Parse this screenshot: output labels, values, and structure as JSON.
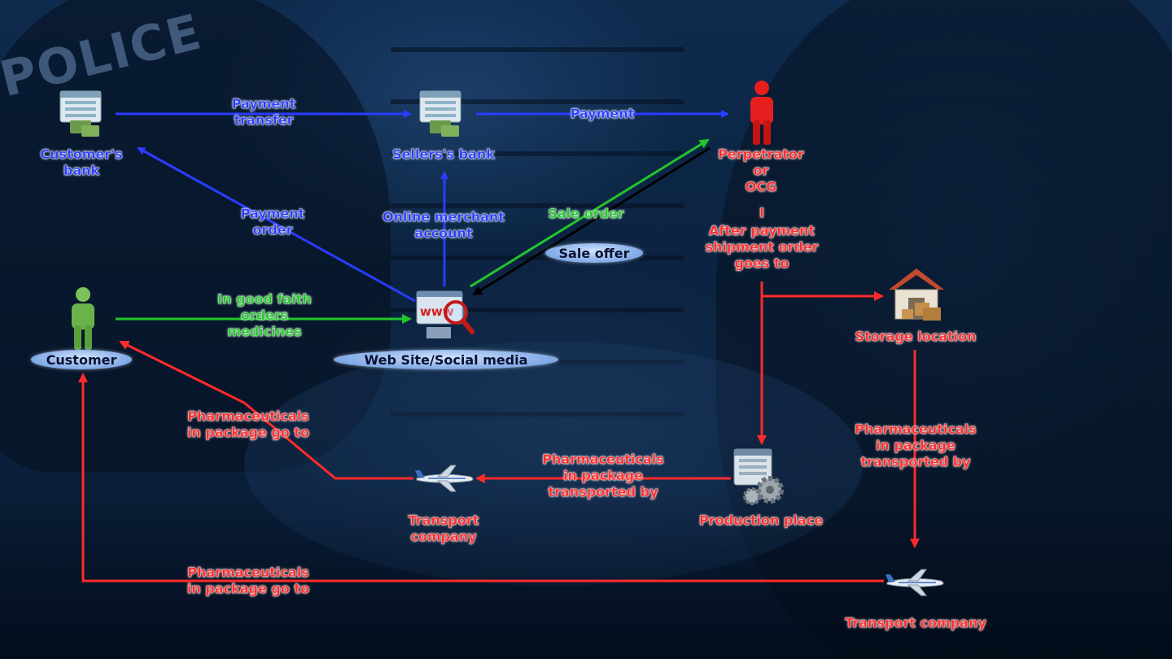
{
  "nodes": {
    "customers_bank": "Customer's\nbank",
    "sellers_bank": "Sellers's bank",
    "perpetrator": "Perpetrator\nor\nOCG",
    "customer": "Customer",
    "website": "Web Site/Social media",
    "storage": "Storage location",
    "production": "Production place",
    "transport_mid": "Transport\ncompany",
    "transport_bottom": "Transport company"
  },
  "edges": {
    "payment_transfer": "Payment\ntransfer",
    "payment": "Payment",
    "payment_order": "Payment\norder",
    "merchant_account": "Online merchant\naccount",
    "sale_order": "Sale order",
    "sale_offer": "Sale offer",
    "good_faith": "In good faith\norders\nmedicines",
    "after_payment": "After payment\nshipment order\ngoes to",
    "pharma_go_to_upper": "Pharmaceuticals\nin package go to",
    "pharma_transported_mid": "Pharmaceuticals\nin package\ntransported by",
    "pharma_transported_right": "Pharmaceuticals\nin package\ntransported by",
    "pharma_go_to_bottom": "Pharmaceuticals\nin package go to",
    "separator": "I"
  },
  "background_text": "POLICE",
  "colors": {
    "blue": "#2a3cff",
    "red": "#ff2a2a",
    "green": "#22c52c",
    "black": "#000000"
  },
  "icons": [
    "bank-icon",
    "bank-icon",
    "person-red-icon",
    "person-green-icon",
    "www-magnifier-icon",
    "warehouse-icon",
    "factory-gear-icon",
    "airplane-icon",
    "airplane-icon"
  ]
}
